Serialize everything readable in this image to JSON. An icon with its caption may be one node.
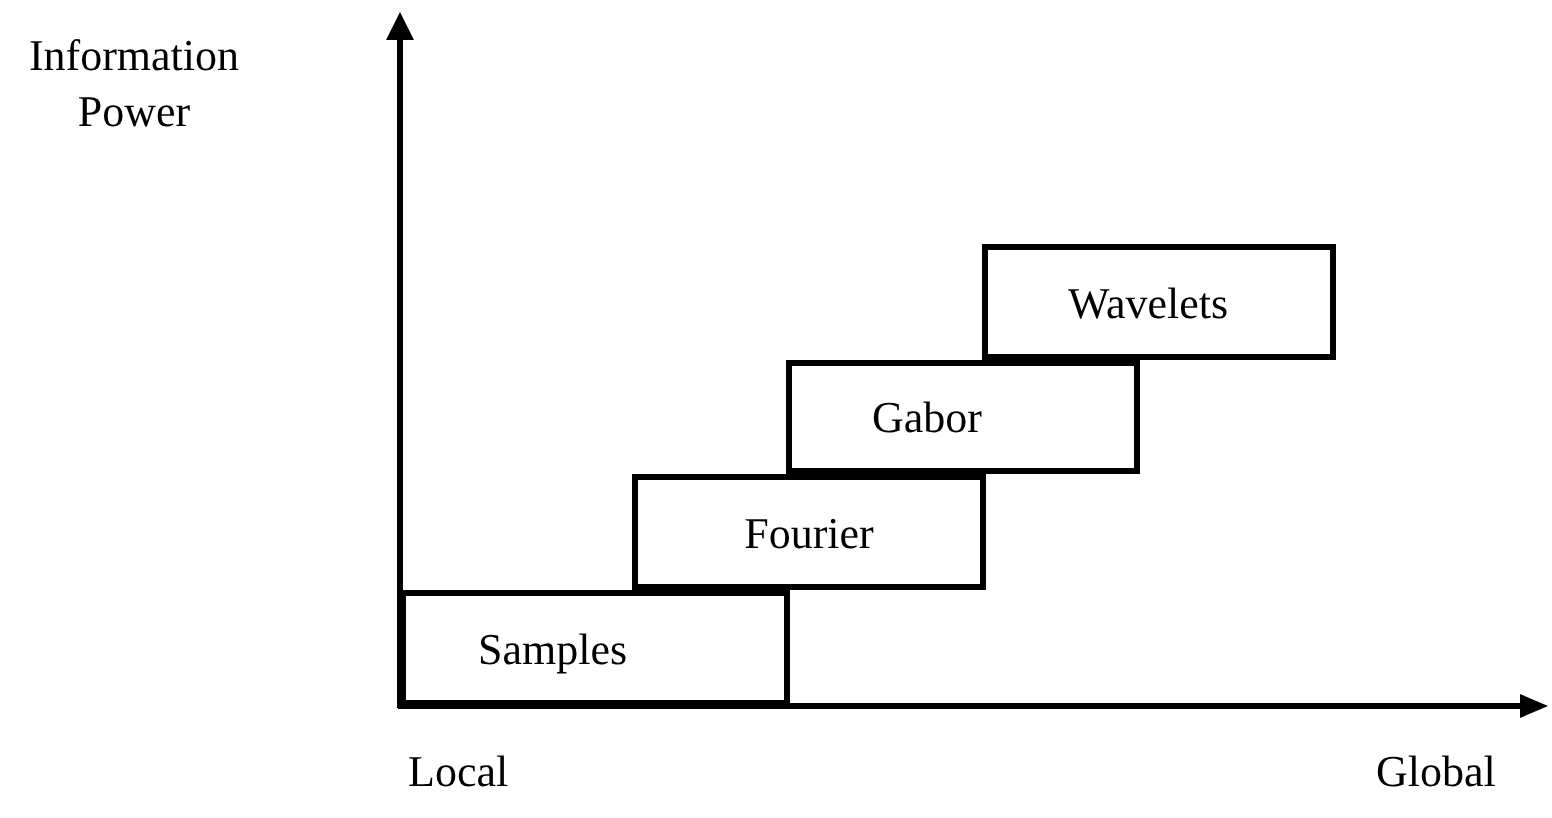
{
  "diagram": {
    "nodes": [
      {
        "text": [
          "Samples"
        ]
      },
      {
        "text": [
          "Fourier"
        ]
      },
      {
        "text": [
          "Gabor"
        ]
      },
      {
        "text": [
          "Wavelets"
        ]
      }
    ],
    "labels": [
      "Information Power",
      "Local",
      "Global"
    ]
  }
}
